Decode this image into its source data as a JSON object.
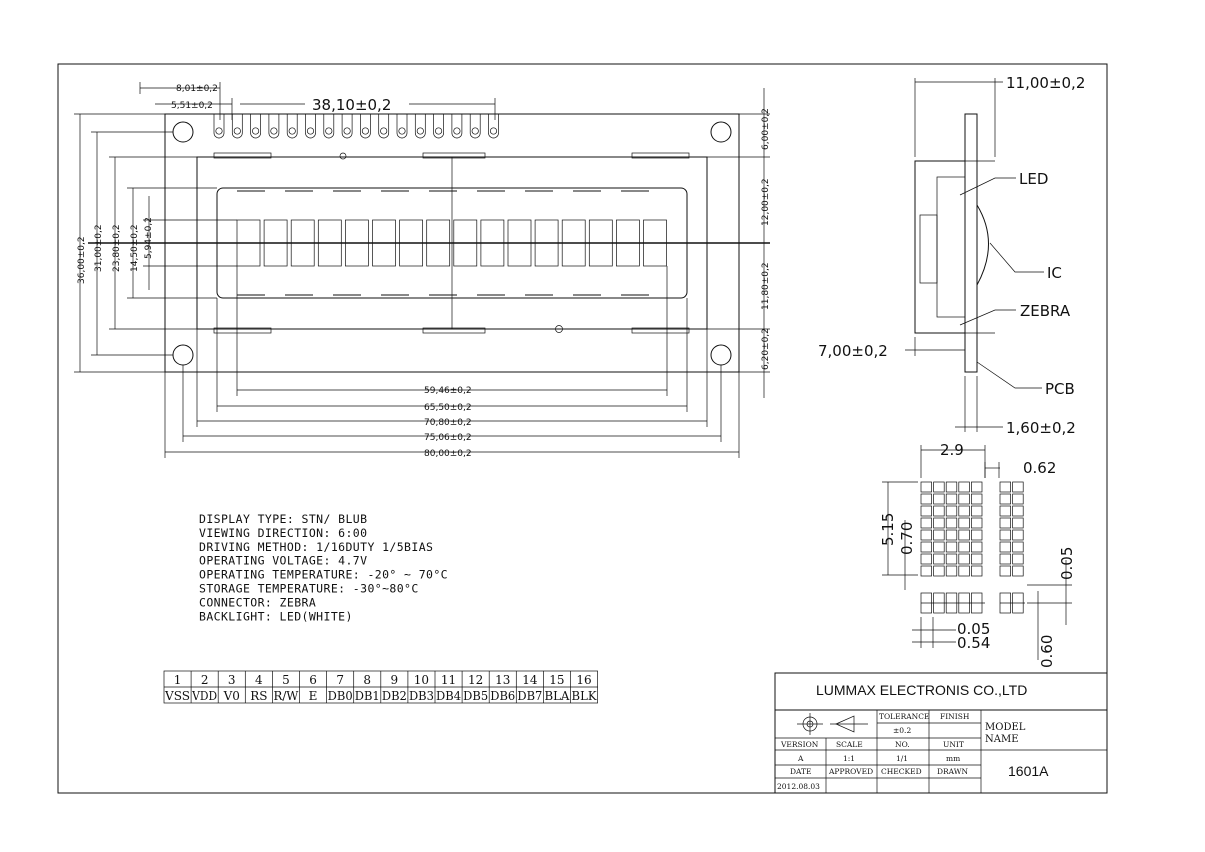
{
  "front_dims": {
    "d_8_01": "8,01±0,2",
    "d_5_51": "5,51±0,2",
    "d_38_10": "38,10±0,2",
    "d_36_00": "36,00±0,2",
    "d_31_00": "31,00±0,2",
    "d_23_80": "23,80±0,2",
    "d_14_50": "14,50±0,2",
    "d_5_94": "5,94±0,2",
    "d_6_00": "6,00±0,2",
    "d_12_00": "12,00±0,2",
    "d_11_80": "11,80±0,2",
    "d_6_20": "6,20±0,2",
    "d_59_46": "59,46±0,2",
    "d_65_50": "65,50±0,2",
    "d_70_80": "70,80±0,2",
    "d_75_06": "75,06±0,2",
    "d_80_00": "80,00±0,2"
  },
  "side_view": {
    "d_11_00": "11,00±0,2",
    "led": "LED",
    "ic": "IC",
    "zebra": "ZEBRA",
    "d_7_00": "7,00±0,2",
    "pcb": "PCB",
    "d_1_60": "1,60±0,2"
  },
  "char_detail": {
    "d_2_9": "2.9",
    "d_0_62": "0.62",
    "d_5_15": "5.15",
    "d_0_70a": "0.70",
    "d_0_05a": "0.05",
    "d_0_05b": "0.05",
    "d_0_54": "0.54",
    "d_0_60": "0.60"
  },
  "specs": [
    "DISPLAY TYPE: STN/ BLUB",
    "VIEWING DIRECTION: 6:00",
    "DRIVING METHOD: 1/16DUTY 1/5BIAS",
    "OPERATING VOLTAGE: 4.7V",
    "OPERATING TEMPERATURE: -20° ~ 70°C",
    "STORAGE TEMPERATURE: -30°~80°C",
    "CONNECTOR: ZEBRA",
    "BACKLIGHT: LED(WHITE)"
  ],
  "pins": {
    "numbers": [
      "1",
      "2",
      "3",
      "4",
      "5",
      "6",
      "7",
      "8",
      "9",
      "10",
      "11",
      "12",
      "13",
      "14",
      "15",
      "16"
    ],
    "names": [
      "VSS",
      "VDD",
      "V0",
      "RS",
      "R/W",
      "E",
      "DB0",
      "DB1",
      "DB2",
      "DB3",
      "DB4",
      "DB5",
      "DB6",
      "DB7",
      "BLA",
      "BLK"
    ]
  },
  "title_block": {
    "company": "LUMMAX ELECTRONIS CO.,LTD",
    "tolerance_label": "TOLERANCE",
    "tolerance_value": "±0.2",
    "finish_label": "FINISH",
    "model_label": "MODEL",
    "name_label": "NAME",
    "version_label": "VERSION",
    "version_value": "A",
    "scale_label": "SCALE",
    "scale_value": "1:1",
    "no_label": "NO.",
    "no_value": "1/1",
    "unit_label": "UNIT",
    "unit_value": "mm",
    "date_label": "DATE",
    "date_value": "2012.08.03",
    "approved_label": "APPROVED",
    "checked_label": "CHECKED",
    "drawn_label": "DRAWN",
    "model_value": "1601A"
  }
}
